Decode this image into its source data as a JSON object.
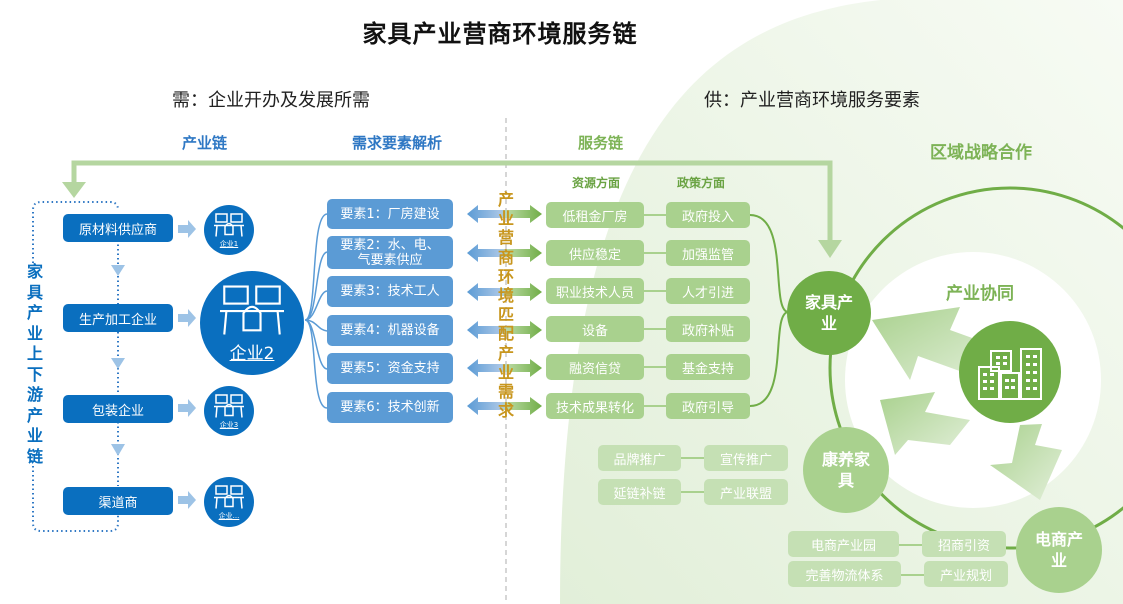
{
  "title": "家具产业营商环境服务链",
  "demand_heading": "需：企业开办及发展所需",
  "supply_heading": "供：产业营商环境服务要素",
  "sections": {
    "industry_chain": "产业链",
    "demand_analysis": "需求要素解析",
    "service_chain": "服务链",
    "regional_cooperation": "区域战略合作"
  },
  "vertical_chain_label": "家具产业上下游产业链",
  "industry_chain": [
    {
      "label": "原材料供应商",
      "enterprise": "企业1"
    },
    {
      "label": "生产加工企业",
      "enterprise": "企业2"
    },
    {
      "label": "包装企业",
      "enterprise": "企业3"
    },
    {
      "label": "渠道商",
      "enterprise": "企业..."
    }
  ],
  "elements": [
    {
      "label": "要素1：厂房建设"
    },
    {
      "label": "要素2：水、电、气要素供应"
    },
    {
      "label": "要素3：技术工人"
    },
    {
      "label": "要素4：机器设备"
    },
    {
      "label": "要素5：资金支持"
    },
    {
      "label": "要素6：技术创新"
    }
  ],
  "matching_label": "产业营商环境匹配产业需求",
  "service_columns": {
    "resources": "资源方面",
    "policy": "政策方面"
  },
  "services": [
    {
      "resource": "低租金厂房",
      "policy": "政府投入"
    },
    {
      "resource": "供应稳定",
      "policy": "加强监管"
    },
    {
      "resource": "职业技术人员",
      "policy": "人才引进"
    },
    {
      "resource": "设备",
      "policy": "政府补贴"
    },
    {
      "resource": "融资信贷",
      "policy": "基金支持"
    },
    {
      "resource": "技术成果转化",
      "policy": "政府引导"
    }
  ],
  "health_services": [
    {
      "left": "品牌推广",
      "right": "宣传推广"
    },
    {
      "left": "延链补链",
      "right": "产业联盟"
    }
  ],
  "ecommerce_services": [
    {
      "left": "电商产业园",
      "right": "招商引资"
    },
    {
      "left": "完善物流体系",
      "right": "产业规划"
    }
  ],
  "cooperation": {
    "center_label": "产业协同",
    "nodes": {
      "furniture": "家具产业",
      "health": "康养家具",
      "ecommerce": "电商产业"
    }
  },
  "colors": {
    "blue_primary": "#0a6fbf",
    "blue_element": "#5b9bd5",
    "green_primary": "#70ad47",
    "green_box": "#a9d18e",
    "green_light": "#c5e0b4",
    "gold": "#c8961e"
  }
}
